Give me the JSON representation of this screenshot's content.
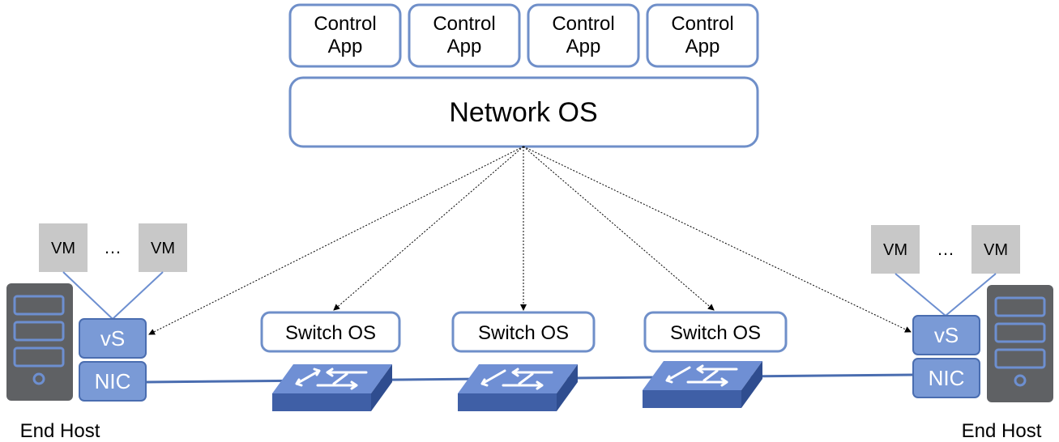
{
  "control_apps": [
    {
      "line1": "Control",
      "line2": "App"
    },
    {
      "line1": "Control",
      "line2": "App"
    },
    {
      "line1": "Control",
      "line2": "App"
    },
    {
      "line1": "Control",
      "line2": "App"
    }
  ],
  "network_os": {
    "label": "Network OS"
  },
  "switches": [
    {
      "label": "Switch OS"
    },
    {
      "label": "Switch OS"
    },
    {
      "label": "Switch OS"
    }
  ],
  "left_host": {
    "vm_labels": [
      "VM",
      "VM"
    ],
    "ellipsis": "…",
    "vswitch": "vS",
    "nic": "NIC",
    "caption": "End Host"
  },
  "right_host": {
    "vm_labels": [
      "VM",
      "VM"
    ],
    "ellipsis": "…",
    "vswitch": "vS",
    "nic": "NIC",
    "caption": "End Host"
  },
  "colors": {
    "box_border": "#6f8fc9",
    "component_fill": "#7a9ad6",
    "component_border": "#4a6db0",
    "vm_fill": "#c8c8c8",
    "server_dark": "#5f6164",
    "server_accent": "#6d8fd0",
    "link_line": "#4a6db0"
  },
  "icons": {
    "server": "server-tower-icon",
    "switch": "network-switch-icon"
  }
}
